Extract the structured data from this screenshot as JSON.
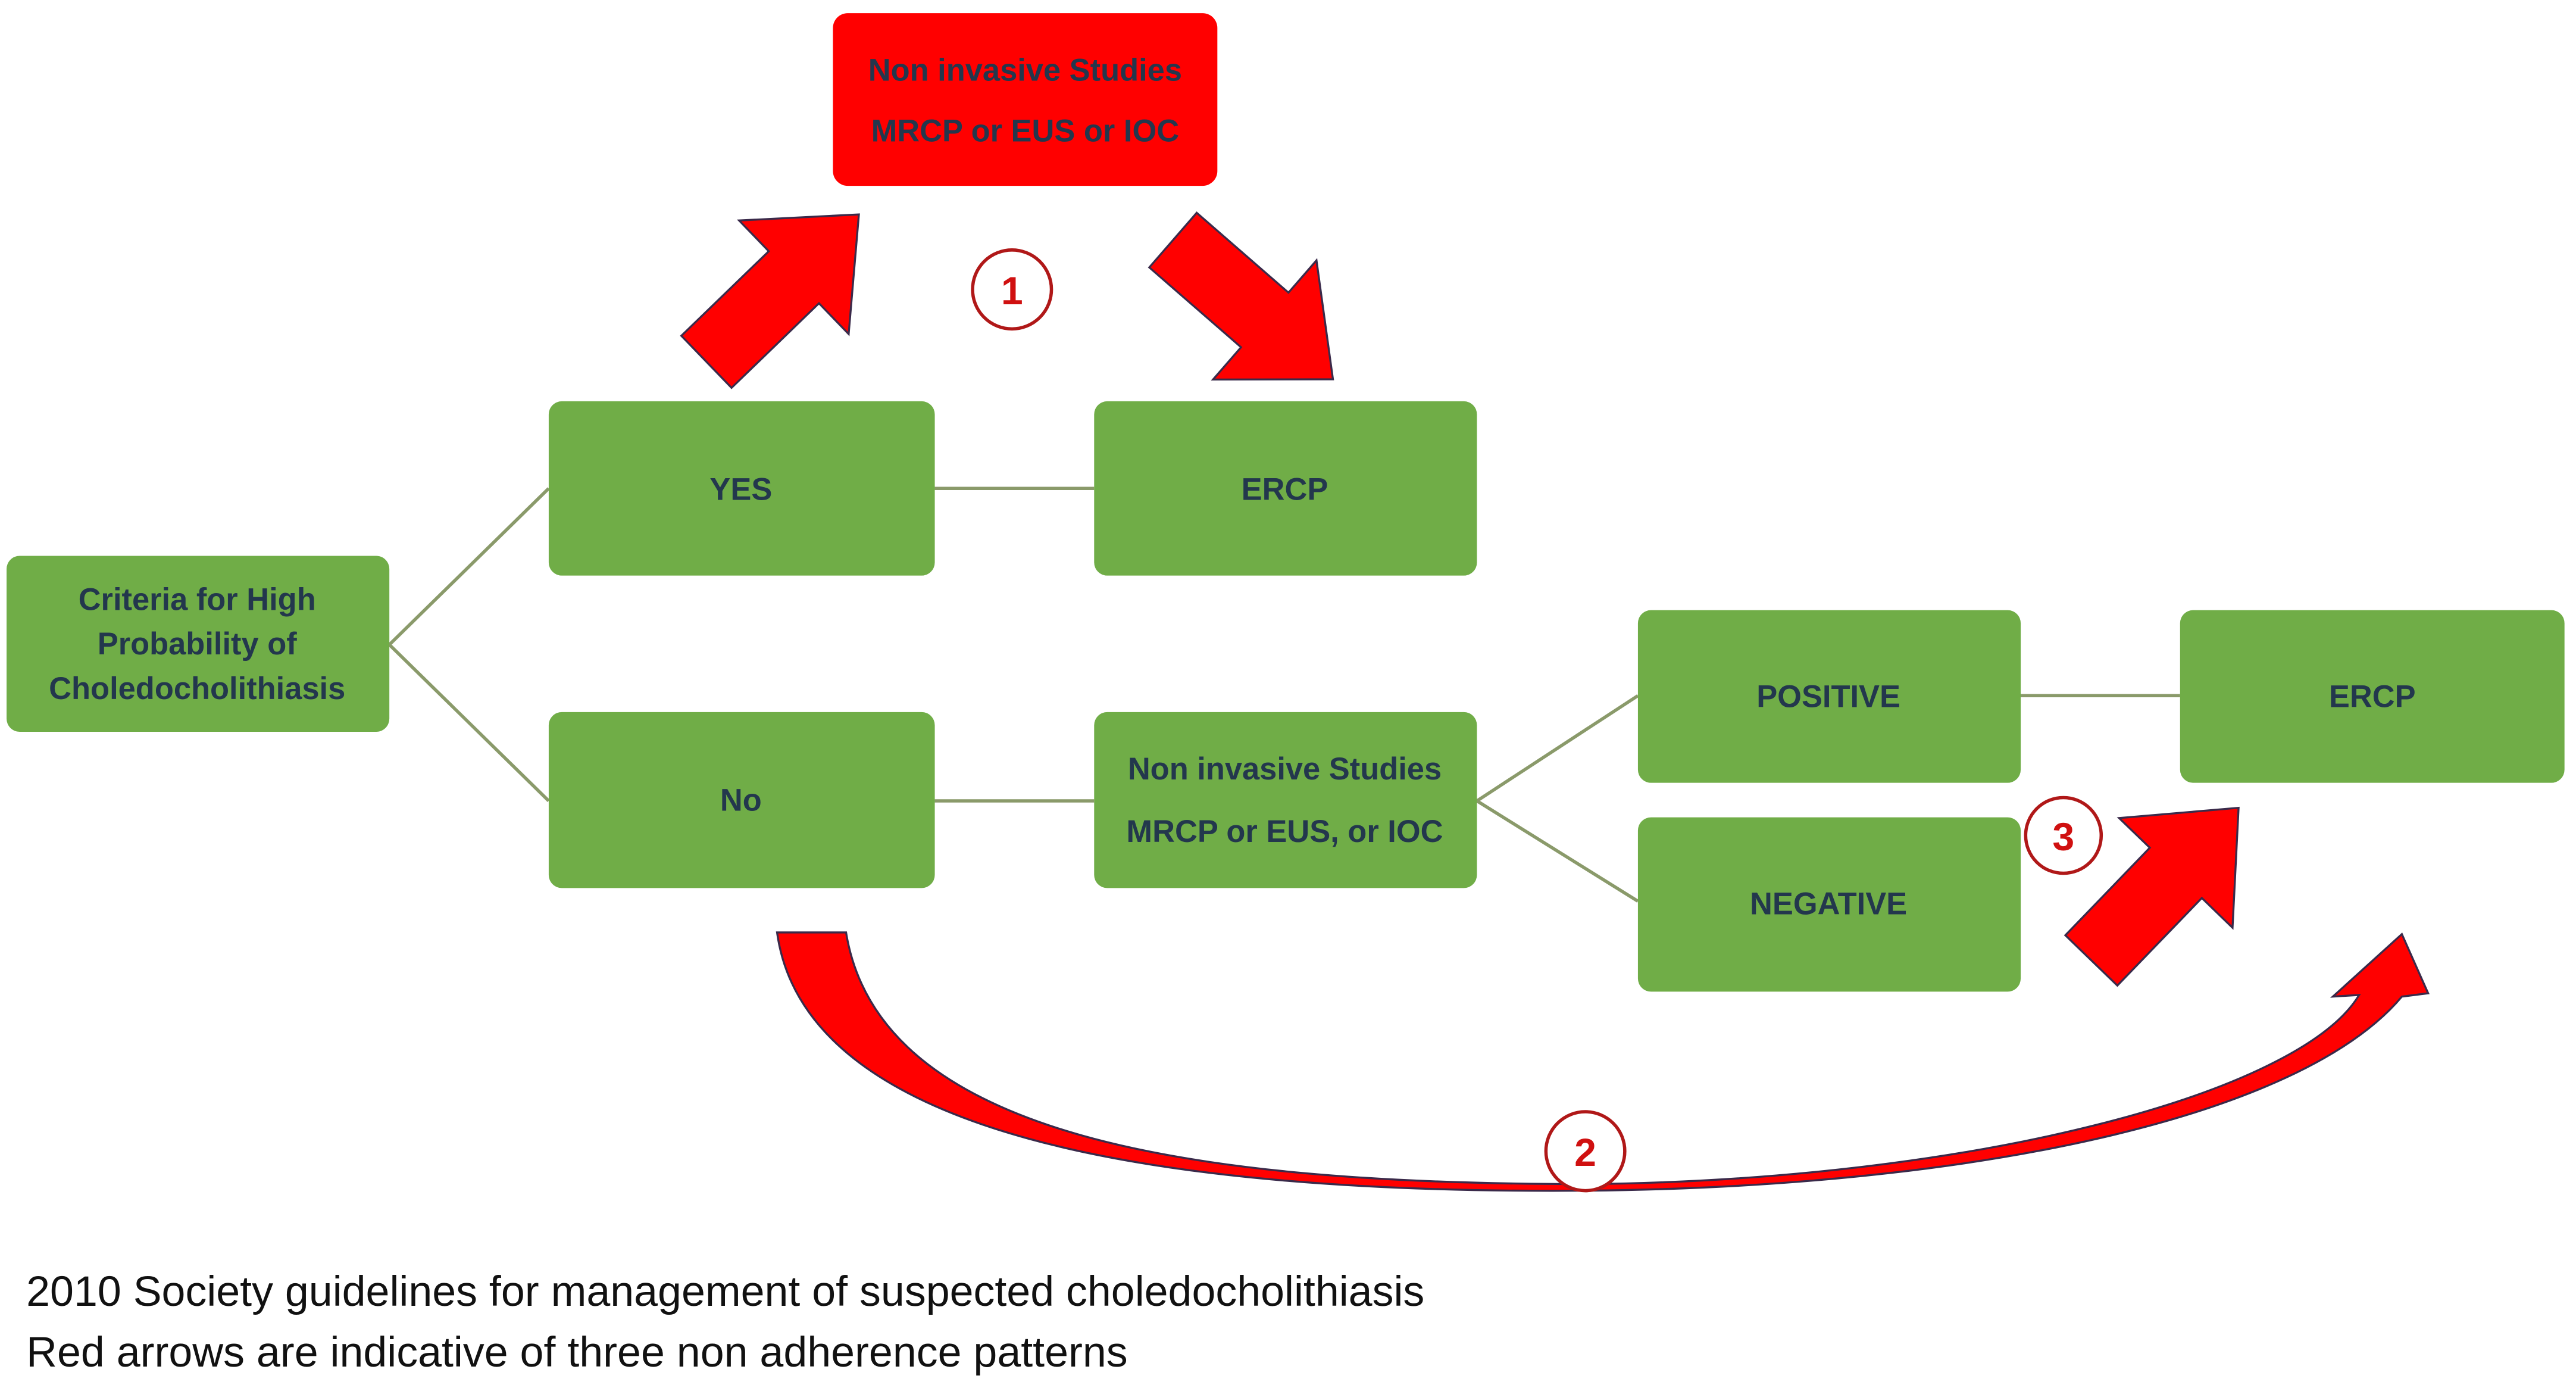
{
  "colors": {
    "box_green": "#70ad47",
    "alert_red": "#ff0000",
    "text_navy": "#23374d",
    "marker_red": "#d01010"
  },
  "nodes": {
    "criteria": {
      "line1": "Criteria for High",
      "line2": "Probability  of",
      "line3": "Choledocholithiasis"
    },
    "yes": {
      "label": "YES"
    },
    "ercp_top": {
      "label": "ERCP"
    },
    "non_invasive_red": {
      "line1": "Non invasive Studies",
      "line2": "MRCP  or EUS or IOC"
    },
    "no": {
      "label": "No"
    },
    "non_invasive": {
      "line1": "Non invasive Studies",
      "line2": "MRCP  or EUS, or IOC"
    },
    "positive": {
      "label": "POSITIVE"
    },
    "negative": {
      "label": "NEGATIVE"
    },
    "ercp_right": {
      "label": "ERCP"
    }
  },
  "markers": {
    "one": "1",
    "two": "2",
    "three": "3"
  },
  "caption": {
    "line1": "2010 Society guidelines for management of suspected choledocholithiasis",
    "line2": "Red arrows are indicative of three non adherence patterns"
  }
}
